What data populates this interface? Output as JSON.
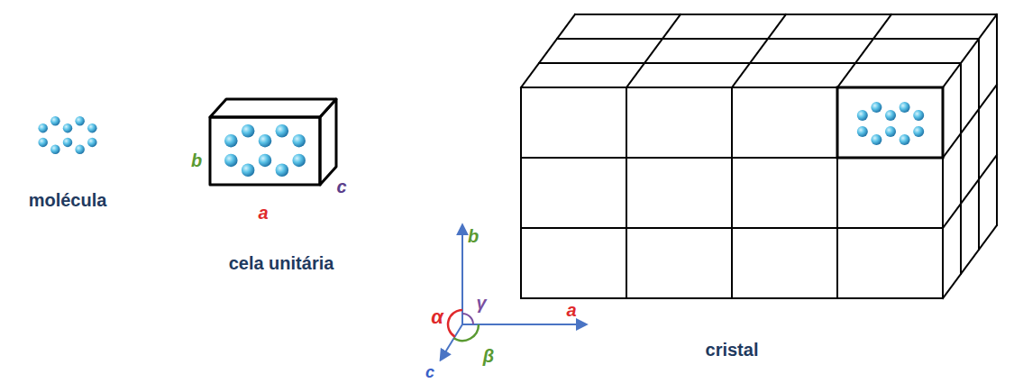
{
  "diagram": {
    "labels": [
      "molécula",
      "b",
      "c",
      "a",
      "cela unitária",
      "b",
      "a",
      "c",
      "α",
      "γ",
      "β",
      "cristal"
    ]
  }
}
